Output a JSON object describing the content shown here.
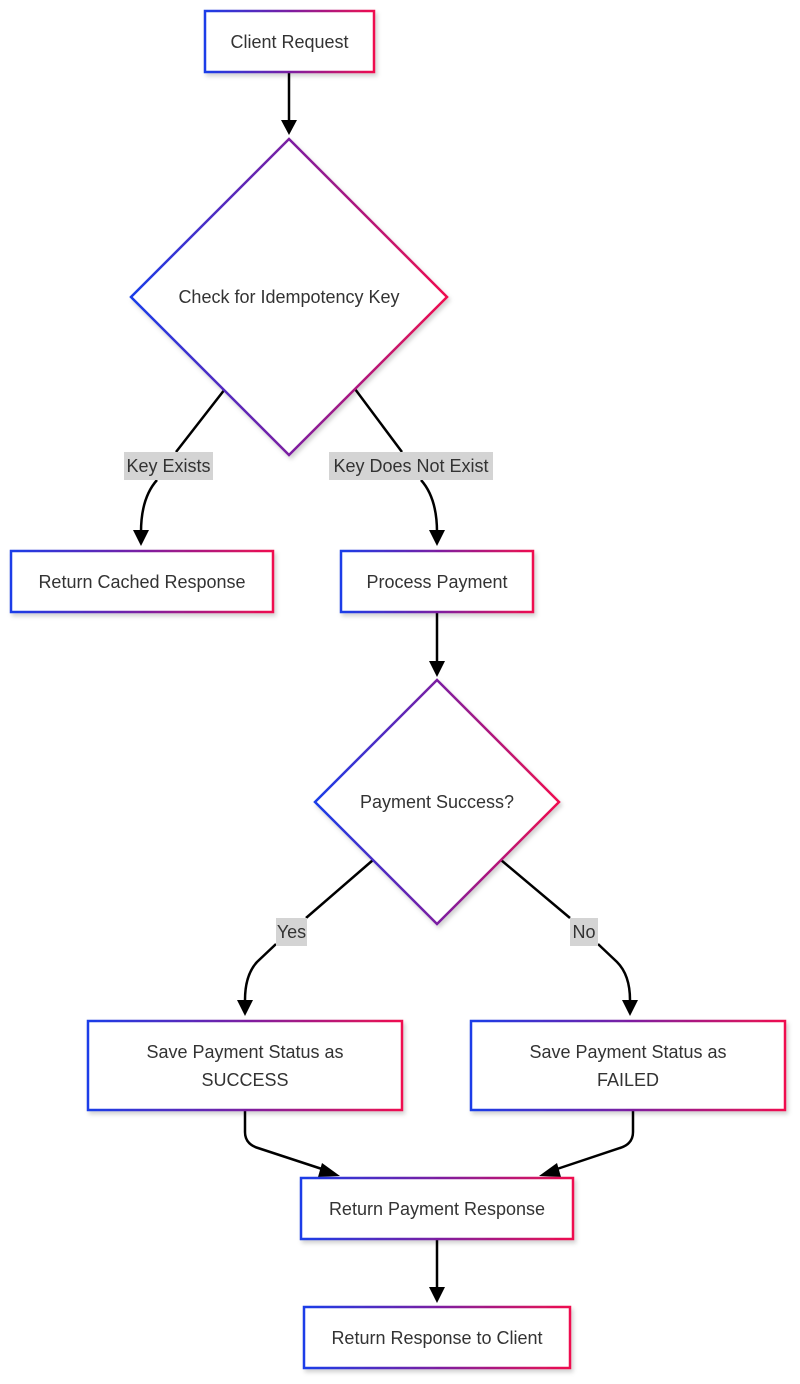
{
  "colors": {
    "gradient_start": "#1a3de8",
    "gradient_mid": "#7b1fa2",
    "gradient_end": "#ef0f4f",
    "edge": "#000000",
    "label_background": "#d4d4d4",
    "text": "#333333"
  },
  "nodes": {
    "client_request": {
      "label": "Client Request"
    },
    "check_key": {
      "label": "Check for Idempotency Key"
    },
    "return_cached": {
      "label": "Return Cached Response"
    },
    "process_payment": {
      "label": "Process Payment"
    },
    "payment_success": {
      "label": "Payment Success?"
    },
    "save_success": {
      "line1": "Save Payment Status as",
      "line2": "SUCCESS"
    },
    "save_failed": {
      "line1": "Save Payment Status as",
      "line2": "FAILED"
    },
    "return_payment_response": {
      "label": "Return Payment Response"
    },
    "return_to_client": {
      "label": "Return Response to Client"
    }
  },
  "edge_labels": {
    "key_exists": "Key Exists",
    "key_not_exist": "Key Does Not Exist",
    "yes": "Yes",
    "no": "No"
  }
}
